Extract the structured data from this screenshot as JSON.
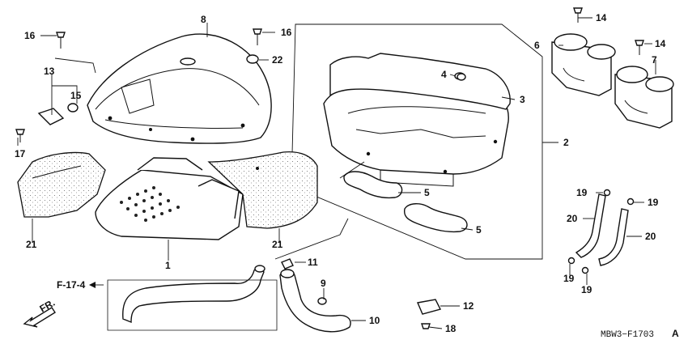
{
  "diagram": {
    "figure_code": "MBW3−F1703",
    "figure_suffix": "A",
    "direction_label": "FR.",
    "reference_label": "F-17-4",
    "callouts": {
      "c1": "1",
      "c2": "2",
      "c3": "3",
      "c4": "4",
      "c5a": "5",
      "c5b": "5",
      "c6": "6",
      "c7": "7",
      "c8": "8",
      "c9": "9",
      "c10": "10",
      "c11": "11",
      "c12": "12",
      "c13": "13",
      "c14a": "14",
      "c14b": "14",
      "c15": "15",
      "c16a": "16",
      "c16b": "16",
      "c17": "17",
      "c18": "18",
      "c19a": "19",
      "c19b": "19",
      "c19c": "19",
      "c19d": "19",
      "c20a": "20",
      "c20b": "20",
      "c21a": "21",
      "c21b": "21",
      "c22": "22"
    },
    "colors": {
      "line": "#111111",
      "background": "#ffffff",
      "foam": "#f4f4f4"
    }
  }
}
